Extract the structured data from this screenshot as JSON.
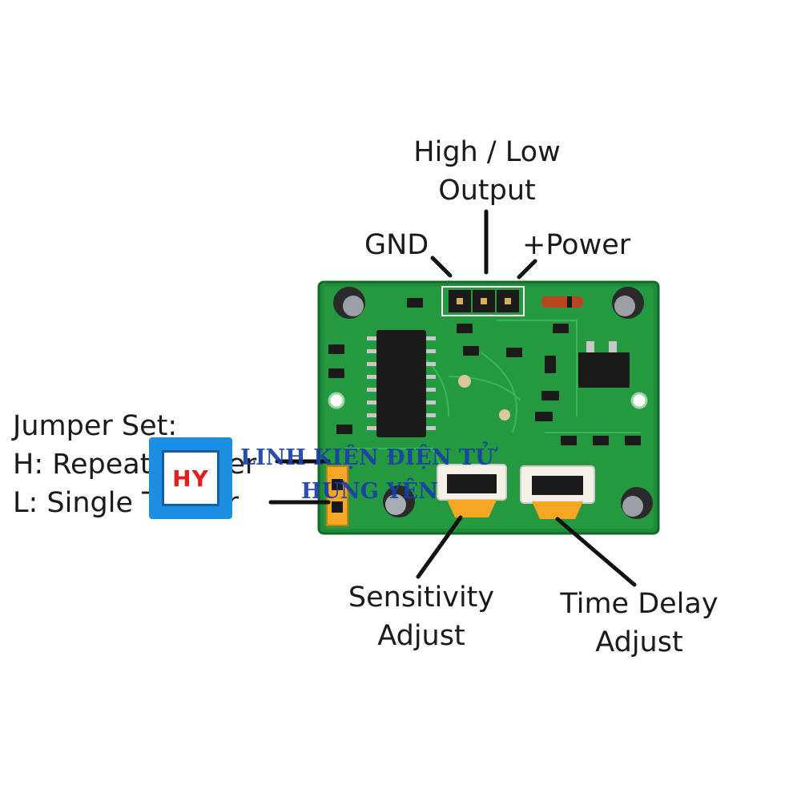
{
  "labels": {
    "output": [
      "High / Low",
      "Output"
    ],
    "gnd": "GND",
    "power": "+Power",
    "jumper": [
      "Jumper Set:",
      "H: Repeat Trigger",
      "L: Single Trigger"
    ],
    "sensitivity": [
      "Sensitivity",
      "Adjust"
    ],
    "time_delay": [
      "Time Delay",
      "Adjust"
    ]
  },
  "watermark": {
    "logo_text": "HY",
    "line1": "LINH KIỆN ĐIỆN TỬ",
    "line2": "HƯNG YÊN"
  },
  "colors": {
    "pcb": "#1f8c3a",
    "potentiometer": "#f5a623",
    "line": "#111111"
  }
}
